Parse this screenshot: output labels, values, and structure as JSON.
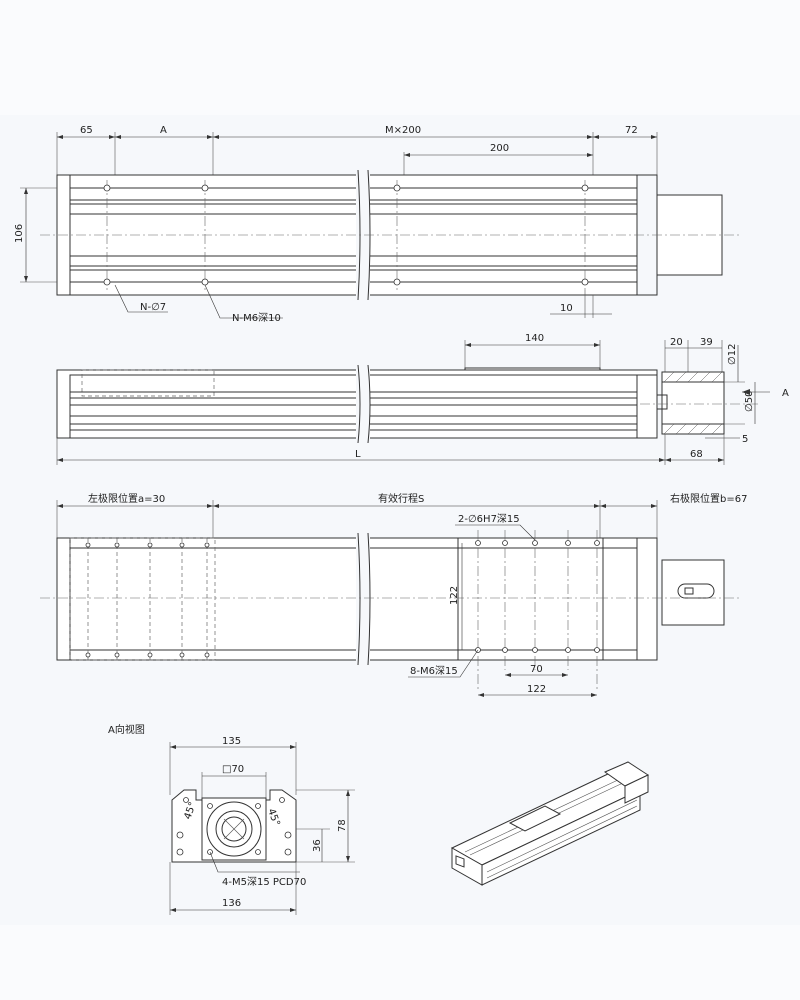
{
  "top_view": {
    "dim_left_end": "65",
    "dim_a": "A",
    "dim_pitch": "M×200",
    "dim_motor": "72",
    "dim_200": "200",
    "dim_106": "106",
    "dim_10": "10",
    "label_holes": "N-∅7",
    "label_threads": "N-M6深10"
  },
  "side_view": {
    "dim_140": "140",
    "dim_20": "20",
    "dim_39": "39",
    "dim_d12": "∅12",
    "dim_d50": "∅50",
    "dim_5": "5",
    "dim_l": "L",
    "dim_68": "68",
    "view_arrow": "A"
  },
  "plan_view": {
    "left_limit": "左极限位置a=30",
    "stroke": "有效行程S",
    "right_limit": "右极限位置b=67",
    "label_dowel": "2-∅6H7深15",
    "dim_122_v": "122",
    "dim_70": "70",
    "dim_122_h": "122",
    "label_m6": "8-M6深15"
  },
  "a_view": {
    "title": "A向视图",
    "dim_135": "135",
    "dim_sq70": "□70",
    "dim_45_left": "45°",
    "dim_45_right": "45°",
    "dim_36": "36",
    "dim_78": "78",
    "label_m5": "4-M5深15 PCD70",
    "dim_136": "136"
  }
}
